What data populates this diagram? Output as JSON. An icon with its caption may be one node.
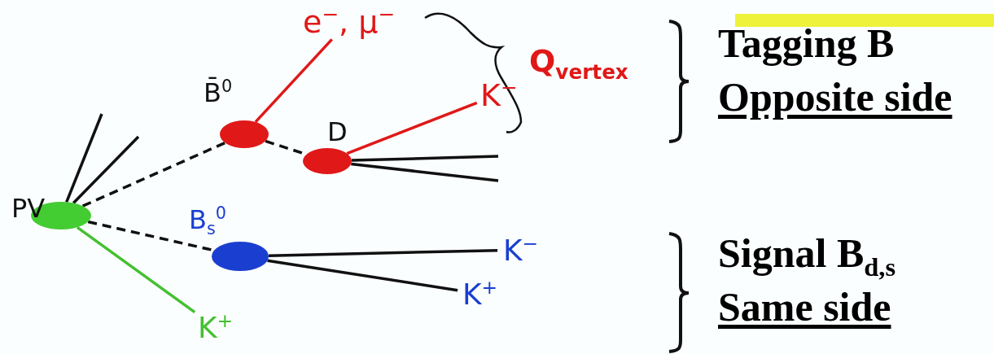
{
  "diagram": {
    "nodes": [
      {
        "text": [],
        "shape": "ellipse",
        "beside": [
          "PV"
        ]
      },
      {
        "text": [],
        "shape": "ellipse",
        "beside": [
          "B̄$^{0}$"
        ]
      },
      {
        "text": [],
        "shape": "ellipse",
        "beside": [
          "D"
        ]
      },
      {
        "text": [],
        "shape": "ellipse",
        "beside": [
          "B$_{s}$$^{0}$"
        ]
      },
      {
        "text": [
          "e$^{−}$, μ$^{−}$"
        ]
      },
      {
        "text": [
          "K$^{−}$"
        ]
      },
      {
        "text": [
          "K$^{−}$"
        ]
      },
      {
        "text": [
          "K$^{+}$"
        ]
      },
      {
        "text": [
          "K$^{+}$"
        ]
      }
    ],
    "edges": [
      {
        "from": 0,
        "to": 1,
        "arrow": "none",
        "style": "dashed"
      },
      {
        "from": 1,
        "to": 2,
        "arrow": "none",
        "style": "dashed"
      },
      {
        "from": 1,
        "to": 4,
        "arrow": "none",
        "color": "#e01818"
      },
      {
        "from": 2,
        "to": 5,
        "arrow": "none",
        "color": "#e01818"
      },
      {
        "from": 2,
        "to": null,
        "arrow": "none"
      },
      {
        "from": 2,
        "to": null,
        "arrow": "none"
      },
      {
        "from": 0,
        "to": null,
        "arrow": "none"
      },
      {
        "from": 0,
        "to": null,
        "arrow": "none"
      },
      {
        "from": 0,
        "to": 3,
        "arrow": "none",
        "style": "dashed"
      },
      {
        "from": 3,
        "to": 6,
        "arrow": "none"
      },
      {
        "from": 3,
        "to": 7,
        "arrow": "none"
      },
      {
        "from": 0,
        "to": 8,
        "arrow": "none",
        "color": "#44c030"
      }
    ],
    "labels": [
      "Q$_{vertex}$",
      "Tagging B",
      "Opposite side",
      "Signal B$_{d,s}$",
      "Same side"
    ]
  }
}
